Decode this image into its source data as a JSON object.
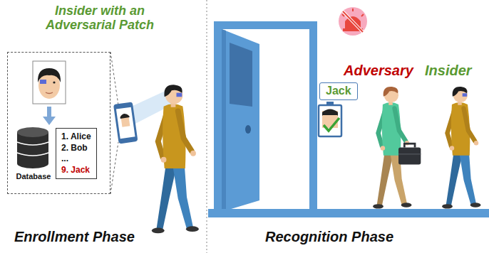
{
  "diagram": {
    "nodes": [
      {
        "text": [
          "Database"
        ]
      },
      {
        "text": [
          "1. Alice",
          "2. Bob",
          "...",
          "9. Jack"
        ],
        "in": 0
      },
      {
        "text": [
          "Jack"
        ]
      }
    ],
    "labels": [
      "Insider with an Adversarial Patch",
      "Adversary",
      "Insider",
      "Enrollment Phase",
      "Recognition Phase"
    ]
  }
}
